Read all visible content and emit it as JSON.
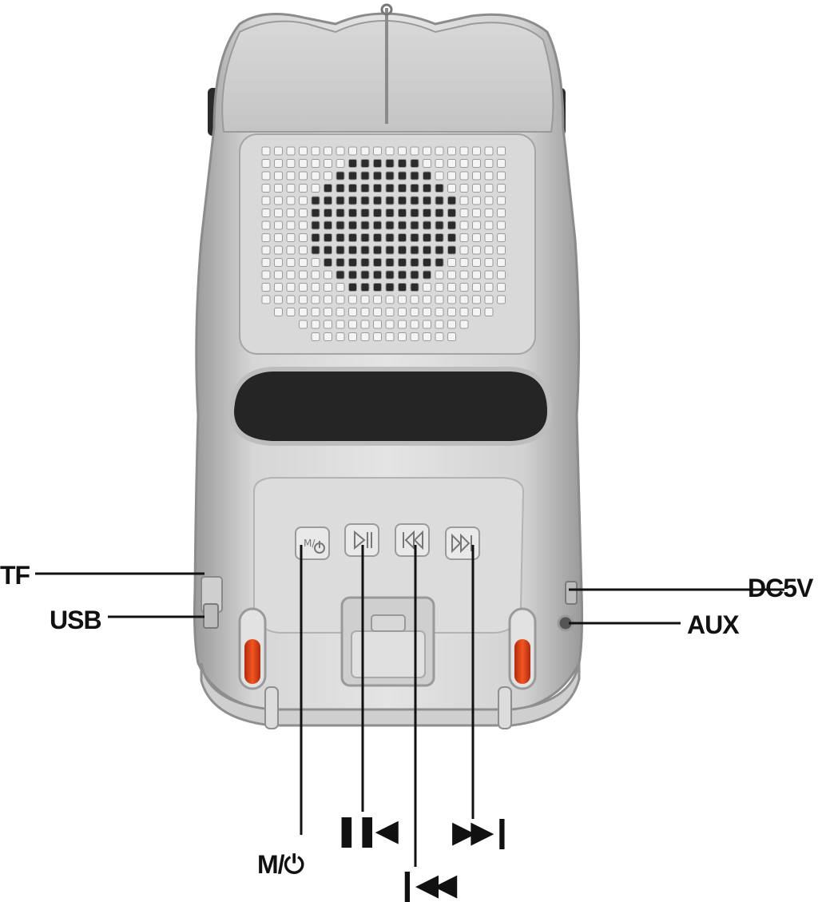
{
  "labels": {
    "tf": "TF",
    "usb": "USB",
    "dc5v": "DC5V",
    "aux": "AUX",
    "mode_power": "M/⏻"
  },
  "button_icons": {
    "mode_power": "power-icon",
    "play_pause": "play-pause-icon",
    "previous": "previous-track-icon",
    "next": "next-track-icon"
  },
  "callout_symbols": {
    "play_pause": "❚❚◀",
    "previous": "❙◀◀",
    "next": "▶▶❙"
  },
  "colors": {
    "body_silver": "#c9c9c9",
    "grille_dark": "#2a2a2a",
    "taillight": "#e0411b",
    "callout_line": "#111111",
    "label_text": "#111111"
  }
}
